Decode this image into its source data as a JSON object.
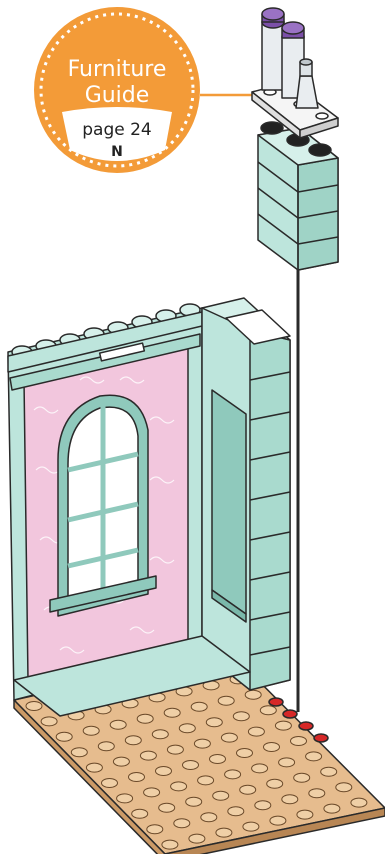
{
  "badge": {
    "line1": "Furniture",
    "line2": "Guide",
    "page": "page 24",
    "letter": "N",
    "color": "#F39B38"
  },
  "colors": {
    "aqua": "#BDE5DC",
    "aqua_dark": "#8FC9BC",
    "pink": "#F2C6DD",
    "tan": "#E6BC8E",
    "tan_dark": "#CC9A66",
    "purple": "#7B4FA8",
    "red": "#D62828",
    "outline": "#2A2A2A"
  },
  "icons": [
    "furniture-guide-badge",
    "shelf-with-bottles",
    "wall-with-window",
    "baseplate",
    "red-studs"
  ]
}
